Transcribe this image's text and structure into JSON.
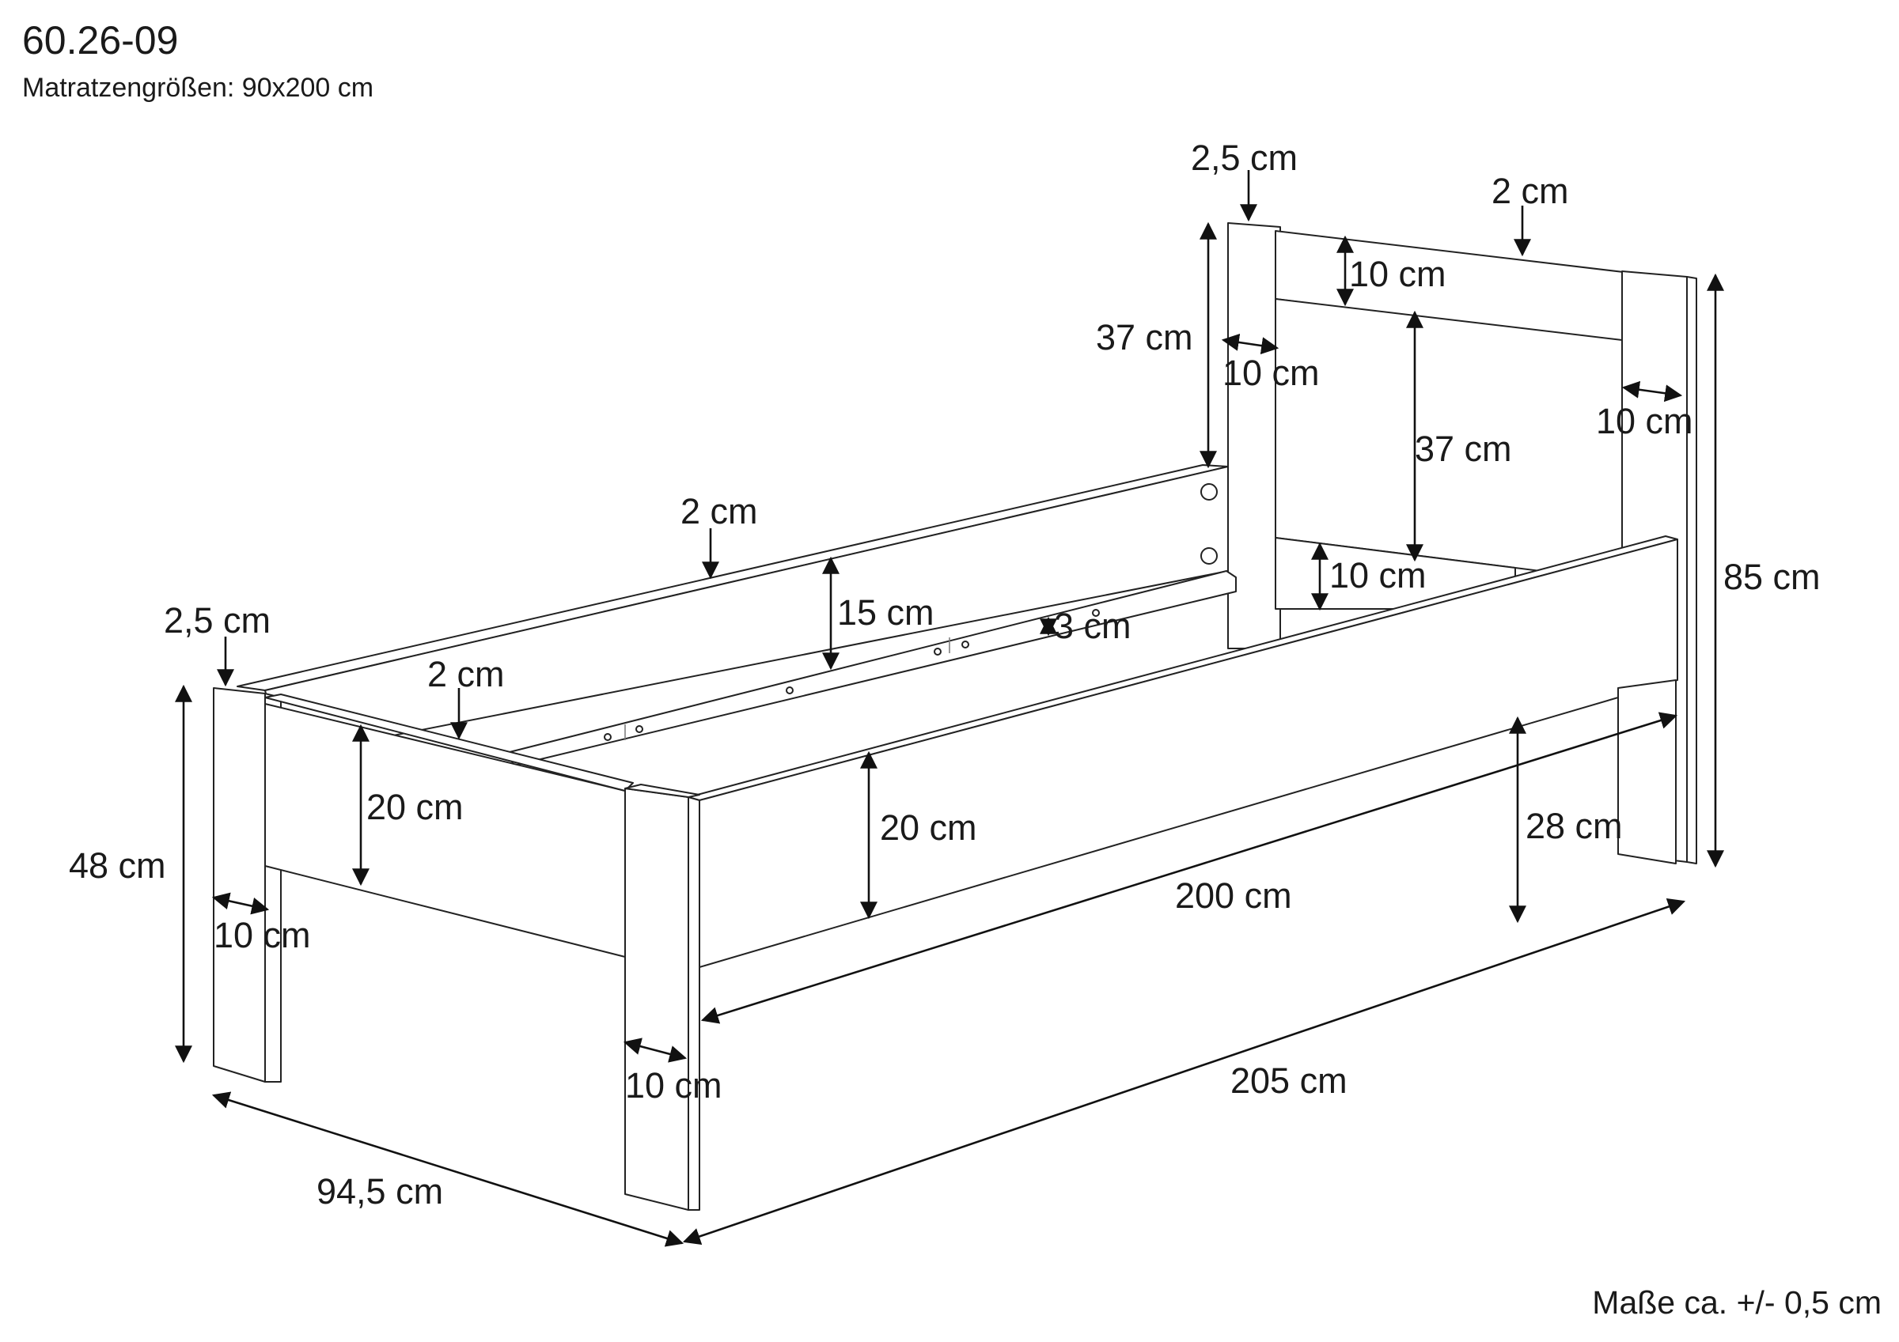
{
  "header": {
    "model_number": "60.26-09",
    "mattress_size": "Matratzengrößen: 90x200 cm"
  },
  "footer": {
    "tolerance": "Maße ca. +/- 0,5 cm"
  },
  "dimensions": {
    "headboard_post_thickness": "2,5 cm",
    "headboard_panel_thickness": "2 cm",
    "headboard_top_rail": "10 cm",
    "headboard_left_post_width": "10 cm",
    "headboard_right_post_width": "10 cm",
    "headboard_post_above_rail": "37 cm",
    "headboard_panel_height": "37 cm",
    "headboard_bottom_rail": "10 cm",
    "total_height": "85 cm",
    "back_rail_thickness": "2 cm",
    "back_rail_height": "15 cm",
    "slat_rail": "3 cm",
    "foot_post_thickness": "2,5 cm",
    "foot_panel_thickness": "2 cm",
    "foot_height": "48 cm",
    "foot_panel_height": "20 cm",
    "side_rail_height": "20 cm",
    "foot_left_post_width": "10 cm",
    "foot_right_post_width": "10 cm",
    "inner_length": "200 cm",
    "under_rail_clearance": "28 cm",
    "outer_length": "205 cm",
    "outer_width": "94,5 cm"
  }
}
